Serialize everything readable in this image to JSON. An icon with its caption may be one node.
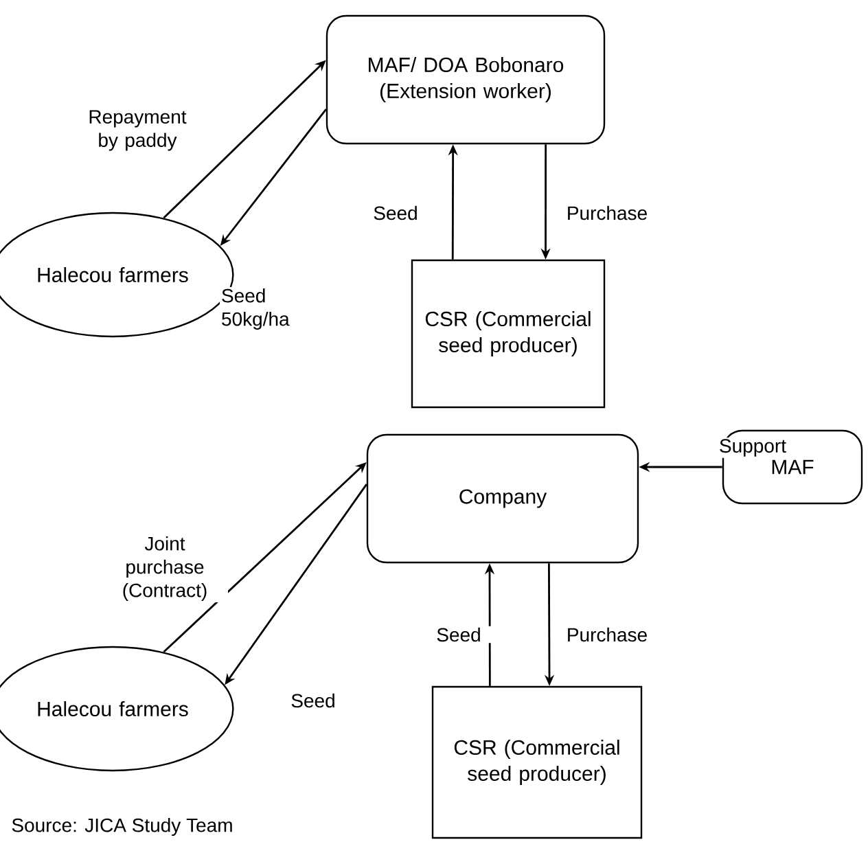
{
  "diagram": {
    "nodes": [
      {
        "text": [
          "MAF/ DOA Bobonaro (Extension worker)"
        ]
      },
      {
        "text": [
          "Halecou farmers"
        ]
      },
      {
        "text": [
          "CSR (Commercial seed producer)"
        ]
      },
      {
        "text": [
          "Company"
        ]
      },
      {
        "text": [
          "MAF"
        ]
      },
      {
        "text": [
          "Halecou farmers"
        ]
      },
      {
        "text": [
          "CSR (Commercial seed producer)"
        ]
      }
    ],
    "edges": [
      {
        "from": 1,
        "to": 0,
        "arrow": "to",
        "label": "Repayment by paddy"
      },
      {
        "from": 0,
        "to": 1,
        "arrow": "to",
        "label": "Seed 50kg/ha"
      },
      {
        "from": 2,
        "to": 0,
        "arrow": "to",
        "label": "Seed"
      },
      {
        "from": 0,
        "to": 2,
        "arrow": "to",
        "label": "Purchase"
      },
      {
        "from": 4,
        "to": 3,
        "arrow": "to",
        "label": "Support"
      },
      {
        "from": 5,
        "to": 3,
        "arrow": "to",
        "label": "Joint purchase (Contract)"
      },
      {
        "from": 3,
        "to": 5,
        "arrow": "to",
        "label": "Seed"
      },
      {
        "from": 6,
        "to": 3,
        "arrow": "to",
        "label": "Seed"
      },
      {
        "from": 3,
        "to": 6,
        "arrow": "to",
        "label": "Purchase"
      }
    ],
    "labels": [
      "Source: JICA Study Team"
    ]
  }
}
